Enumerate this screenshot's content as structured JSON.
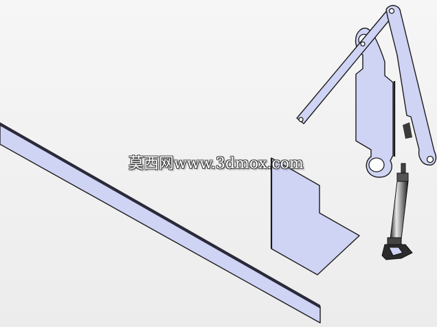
{
  "watermark": {
    "text": "莫西网www.3dmox.com"
  },
  "colors": {
    "background": "#f2f2f2",
    "part_fill": "#cfd3f4",
    "outline": "#1a1a1a",
    "cylinder_dark": "#3a3a3a"
  },
  "icons": [
    "flat-bar-part",
    "angle-plate-part",
    "linkage-arm-part",
    "mounting-bracket-part",
    "pneumatic-cylinder-part"
  ]
}
